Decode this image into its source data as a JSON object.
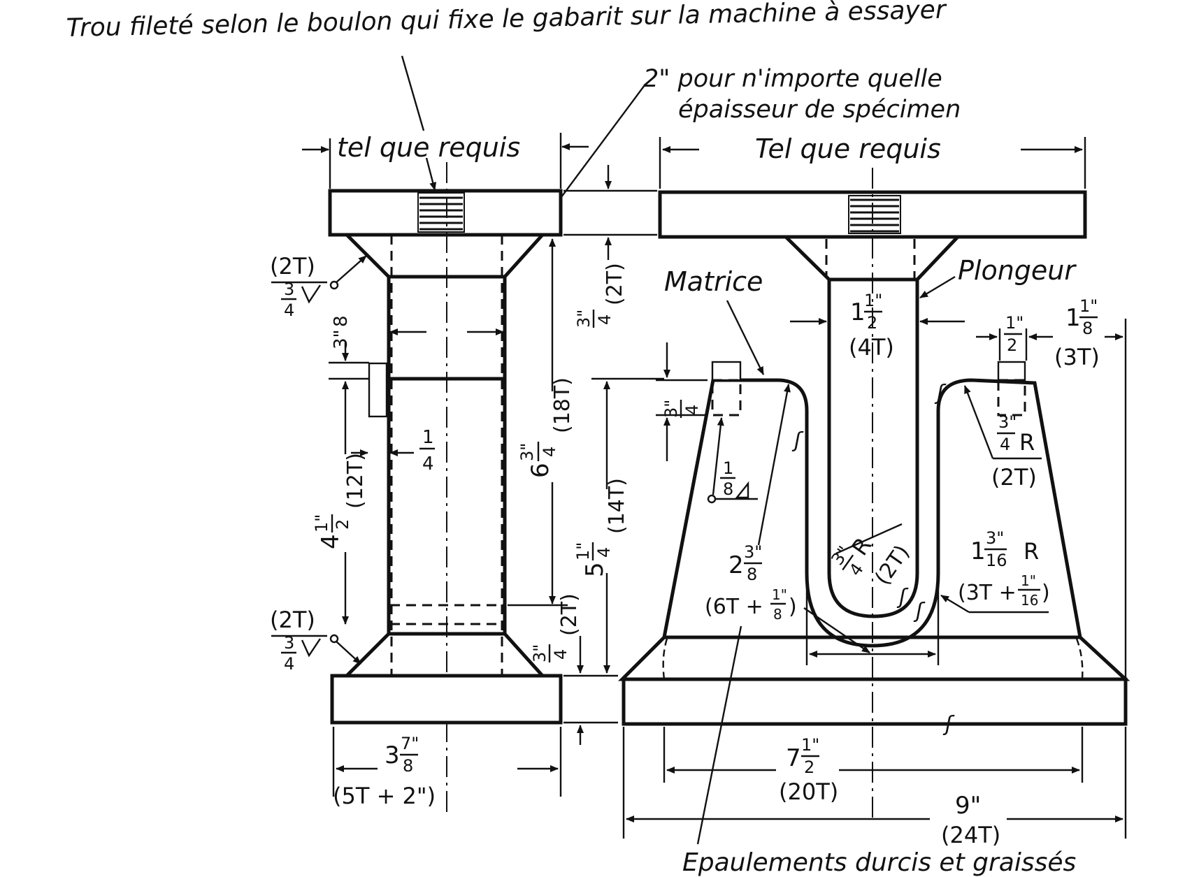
{
  "title_note": "Trou fileté selon le boulon qui fixe le gabarit sur la machine à essayer",
  "thickness_note_1": "2\" pour n'importe quelle",
  "thickness_note_2": "épaisseur de spécimen",
  "left_view": {
    "width_label": "tel que requis",
    "weld_top_t": "(2T)",
    "weld_top_frac_num": "3",
    "weld_top_frac_den": "4",
    "weld_bot_t": "(2T)",
    "weld_bot_frac_num": "3",
    "weld_bot_frac_den": "4",
    "offset_3_8_int": "3\"",
    "offset_3_8_den": "8",
    "dim_4_1_2_int": "4",
    "dim_4_1_2_num": "1\"",
    "dim_4_1_2_den": "2",
    "dim_4_1_2_t": "(12T)",
    "dim_1_4_num": "1",
    "dim_1_4_den": "4",
    "dim_6_3_4_int": "6",
    "dim_6_3_4_num": "3\"",
    "dim_6_3_4_den": "4",
    "dim_6_3_4_t": "(18T)",
    "dim_top_num": "3\"",
    "dim_top_den": "4",
    "dim_top_t": "(2T)",
    "dim_5_1_4_int": "5",
    "dim_5_1_4_num": "1\"",
    "dim_5_1_4_den": "4",
    "dim_5_1_4_t": "(14T)",
    "dim_bot_num": "3\"",
    "dim_bot_den": "4",
    "dim_bot_t": "(2T)",
    "dim_3_7_8_int": "3",
    "dim_3_7_8_num": "7\"",
    "dim_3_7_8_den": "8",
    "dim_3_7_8_t": "(5T + 2\")"
  },
  "right_view": {
    "width_label": "Tel que requis",
    "matrice_label": "Matrice",
    "plongeur_label": "Plongeur",
    "plunger_w_int": "1",
    "plunger_w_num": "1\"",
    "plunger_w_den": "2",
    "plunger_w_t": "(4T)",
    "notch_w_num": "1\"",
    "notch_w_den": "2",
    "edge_int": "1",
    "edge_num": "1\"",
    "edge_den": "8",
    "edge_t": "(3T)",
    "shoulder_h_num": "3\"",
    "shoulder_h_den": "4",
    "weld_1_8_num": "1",
    "weld_1_8_den": "8",
    "r34_num": "3\"",
    "r34_den": "4",
    "r34_r": "R",
    "r34_t": "(2T)",
    "dim_2_3_8_int": "2",
    "dim_2_3_8_num": "3\"",
    "dim_2_3_8_den": "8",
    "dim_2_3_8_t": "(6T +",
    "dim_2_3_8_tn": "1\"",
    "dim_2_3_8_td": "8",
    "inner_r_num": "3\"",
    "inner_r_den": "4",
    "inner_r_r": "R",
    "inner_r_t": "(2T)",
    "r1316_int": "1",
    "r1316_num": "3\"",
    "r1316_den": "16",
    "r1316_r": "R",
    "r1316_t": "(3T +",
    "r1316_tn": "1\"",
    "r1316_td": "16",
    "dim_7_1_2_int": "7",
    "dim_7_1_2_num": "1\"",
    "dim_7_1_2_den": "2",
    "dim_7_1_2_t": "(20T)",
    "dim_9": "9\"",
    "dim_9_t": "(24T)",
    "shoulders_note": "Epaulements durcis et graissés"
  }
}
